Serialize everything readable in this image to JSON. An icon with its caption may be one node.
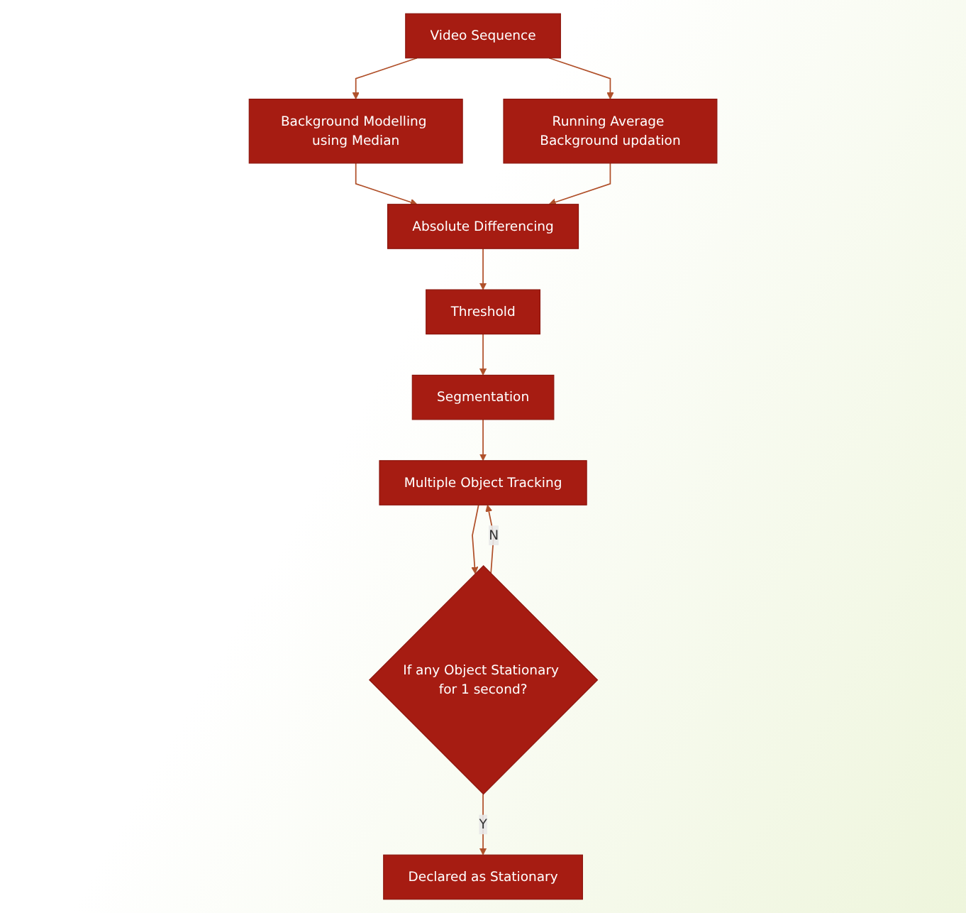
{
  "diagram": {
    "nodes": [
      {
        "text": [
          "Video Sequence"
        ]
      },
      {
        "text": [
          "Background Modelling using Median"
        ]
      },
      {
        "text": [
          "Absolute Differencing"
        ]
      },
      {
        "text": [
          "Running Average Background updation"
        ]
      },
      {
        "text": [
          "Threshold"
        ]
      },
      {
        "text": [
          "Segmentation"
        ]
      },
      {
        "text": [
          "Multiple Object Tracking"
        ]
      },
      {
        "text": [
          "If any Object Stationary for 1 second?"
        ]
      },
      {
        "text": [
          "Declared as Stationary"
        ]
      }
    ],
    "edges": [
      {
        "from": 0,
        "to": 1,
        "arrow": "to"
      },
      {
        "from": 0,
        "to": 3,
        "arrow": "to"
      },
      {
        "from": 1,
        "to": 2,
        "arrow": "to"
      },
      {
        "from": 3,
        "to": 2,
        "arrow": "to"
      },
      {
        "from": 2,
        "to": 4,
        "arrow": "to"
      },
      {
        "from": 4,
        "to": 5,
        "arrow": "to"
      },
      {
        "from": 5,
        "to": 6,
        "arrow": "to"
      },
      {
        "from": 6,
        "to": 7,
        "arrow": "to"
      },
      {
        "from": 7,
        "to": 6,
        "label": "N",
        "arrow": "to"
      },
      {
        "from": 7,
        "to": 8,
        "label": "Y",
        "arrow": "to"
      }
    ]
  }
}
